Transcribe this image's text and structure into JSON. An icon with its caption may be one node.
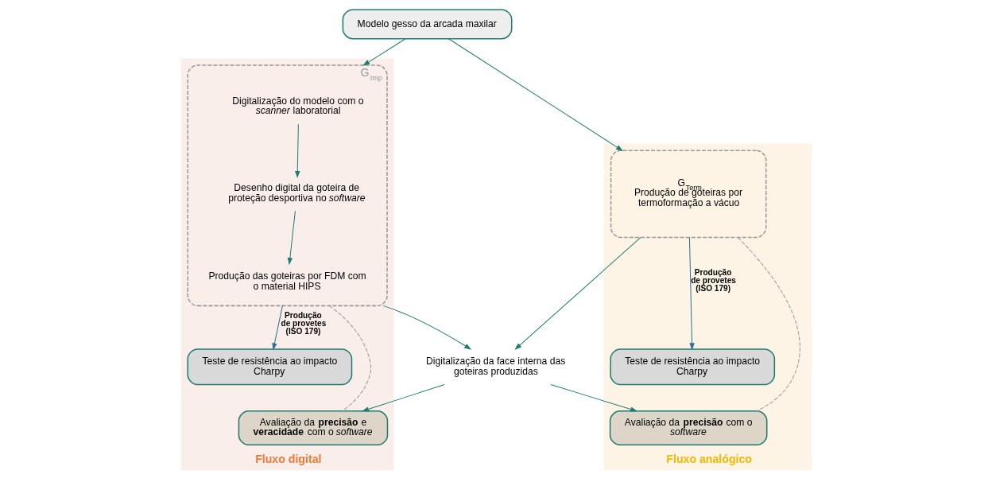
{
  "diagram": {
    "nodes": [
      {
        "text": [
          "Modelo gesso da arcada maxilar"
        ]
      },
      {
        "text": [
          "Fluxo analógico"
        ]
      },
      {
        "text": [
          "G$_{Term}$",
          "Produção de goteiras por termoformação a vácuo"
        ],
        "in": 1
      },
      {
        "text": [
          "Teste de resistência ao impacto Charpy"
        ],
        "in": 1
      },
      {
        "text": [
          "Avaliação da **precisão** com o *software*"
        ],
        "in": 1
      },
      {
        "text": [
          "Fluxo digital"
        ]
      },
      {
        "text": [
          "G$_{Imp}$"
        ],
        "in": 5
      },
      {
        "text": [
          "Digitalização do modelo com o *scanner* laboratorial"
        ],
        "in": 6
      },
      {
        "text": [
          "Desenho digital da goteira de proteção desportiva no *software*"
        ],
        "in": 6
      },
      {
        "text": [
          "Produção das goteiras por FDM com o material HIPS"
        ],
        "in": 6
      },
      {
        "text": [
          "Teste de resistência ao impacto Charpy"
        ],
        "in": 5
      },
      {
        "text": [
          "Avaliação da **precisão** e **veracidade** com o *software*"
        ],
        "in": 5
      },
      {
        "text": [
          "Digitalização da face interna das goteiras produzidas"
        ]
      }
    ],
    "edges": [
      {
        "from": 0,
        "to": 2,
        "arrow": "to"
      },
      {
        "from": 0,
        "to": 6,
        "arrow": "to"
      },
      {
        "from": 2,
        "to": 3,
        "arrow": "to",
        "label": "**Produção de provetes (ISO 179)**",
        "color": "#2e6f95"
      },
      {
        "from": 7,
        "to": 8,
        "arrow": "to"
      },
      {
        "from": 8,
        "to": 9,
        "arrow": "to"
      },
      {
        "from": 6,
        "to": 10,
        "arrow": "to",
        "label": "**Produção de provetes (ISO 179)**",
        "color": "#2e6f95"
      },
      {
        "from": 2,
        "to": 12,
        "arrow": "to"
      },
      {
        "from": 6,
        "to": 12,
        "arrow": "to"
      },
      {
        "from": 12,
        "to": 4,
        "arrow": "to"
      },
      {
        "from": 12,
        "to": 11,
        "arrow": "to"
      },
      {
        "from": 2,
        "to": 4,
        "arrow": "none",
        "style": "dashed",
        "color": "#999999"
      },
      {
        "from": 6,
        "to": 11,
        "arrow": "none",
        "style": "dashed",
        "color": "#999999"
      }
    ]
  }
}
